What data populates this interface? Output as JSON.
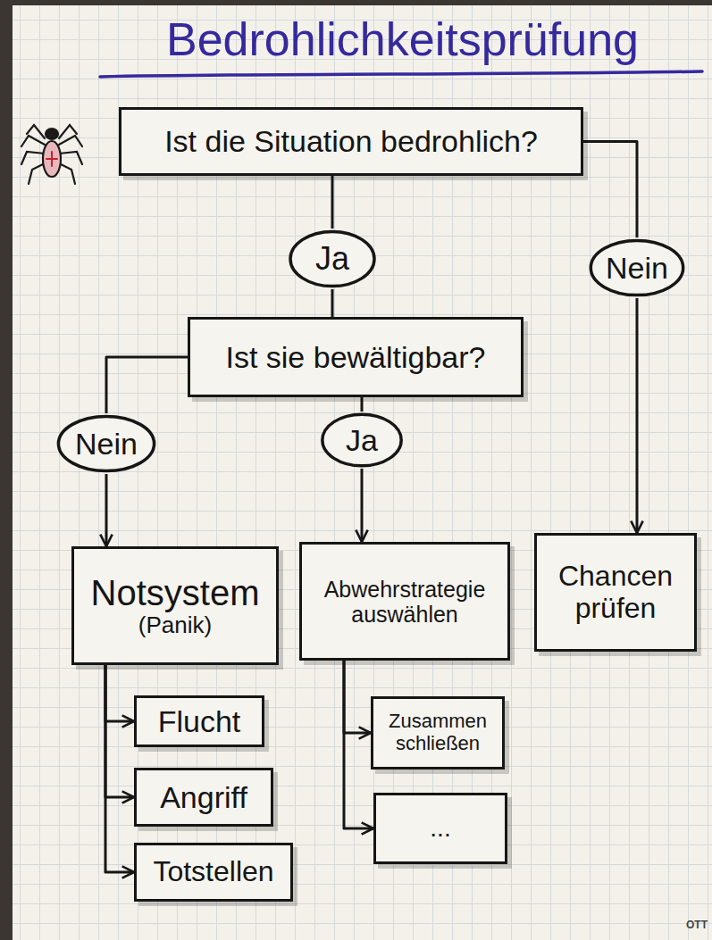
{
  "diagram": {
    "title": "Bedrohlichkeitsprüfung",
    "nodes": [
      {
        "text": [
          "Ist die Situation bedrohlich?"
        ]
      },
      {
        "text": [
          "Ja"
        ]
      },
      {
        "text": [
          "Nein"
        ]
      },
      {
        "text": [
          "Ist sie bewältigbar?"
        ]
      },
      {
        "text": [
          "Nein"
        ]
      },
      {
        "text": [
          "Ja"
        ]
      },
      {
        "text": [
          "Notsystem",
          "(Panik)"
        ]
      },
      {
        "text": [
          "Abwehrstrategie auswählen"
        ]
      },
      {
        "text": [
          "Chancen prüfen"
        ]
      },
      {
        "text": [
          "Flucht"
        ]
      },
      {
        "text": [
          "Angriff"
        ]
      },
      {
        "text": [
          "Totstellen"
        ]
      },
      {
        "text": [
          "Zusammen schließen"
        ]
      },
      {
        "text": [
          "..."
        ]
      }
    ],
    "edges": [
      {
        "from": 0,
        "to": 1,
        "arrow": "none"
      },
      {
        "from": 1,
        "to": 3,
        "arrow": "none"
      },
      {
        "from": 0,
        "to": 2,
        "arrow": "none"
      },
      {
        "from": 2,
        "to": 8,
        "arrow": "to"
      },
      {
        "from": 3,
        "to": 4,
        "arrow": "none"
      },
      {
        "from": 3,
        "to": 5,
        "arrow": "none"
      },
      {
        "from": 4,
        "to": 6,
        "arrow": "to"
      },
      {
        "from": 5,
        "to": 7,
        "arrow": "to"
      },
      {
        "from": 6,
        "to": 9,
        "arrow": "to"
      },
      {
        "from": 6,
        "to": 10,
        "arrow": "to"
      },
      {
        "from": 6,
        "to": 11,
        "arrow": "to"
      },
      {
        "from": 7,
        "to": 12,
        "arrow": "to"
      },
      {
        "from": 7,
        "to": 13,
        "arrow": "to"
      }
    ],
    "labels": [
      "OTT"
    ]
  }
}
